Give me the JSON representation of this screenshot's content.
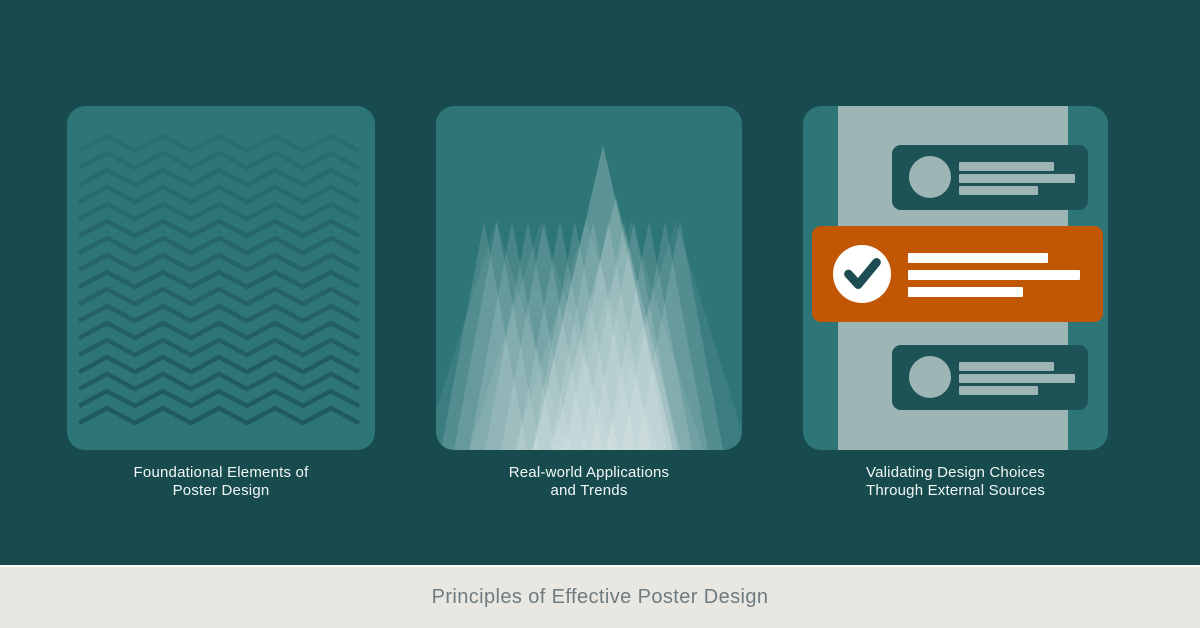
{
  "poster": {
    "cards": [
      {
        "graphic": "zigzag-pattern",
        "caption_lines": [
          "Foundational Elements of",
          "Poster Design"
        ]
      },
      {
        "graphic": "spike-pattern",
        "caption_lines": [
          "Real-world Applications",
          "and Trends"
        ]
      },
      {
        "graphic": "checklist-illustration",
        "caption_lines": [
          "Validating Design Choices",
          "Through External Sources"
        ]
      }
    ],
    "footer": {
      "title": "Principles of Effective Poster Design"
    },
    "colors": {
      "background": "#174b4e",
      "card_teal": "#2e7577",
      "zigzag_line": "#113f42",
      "spike_overlay": "#ffffff",
      "panel_light": "#9db5b5",
      "list_item_dark": "#1d5356",
      "accent_orange": "#c15705",
      "check_mark": "#1d4d52",
      "footer_background": "#e9e7e2",
      "footer_text": "#6e7c81",
      "caption_text": "#f2f6f6"
    }
  }
}
